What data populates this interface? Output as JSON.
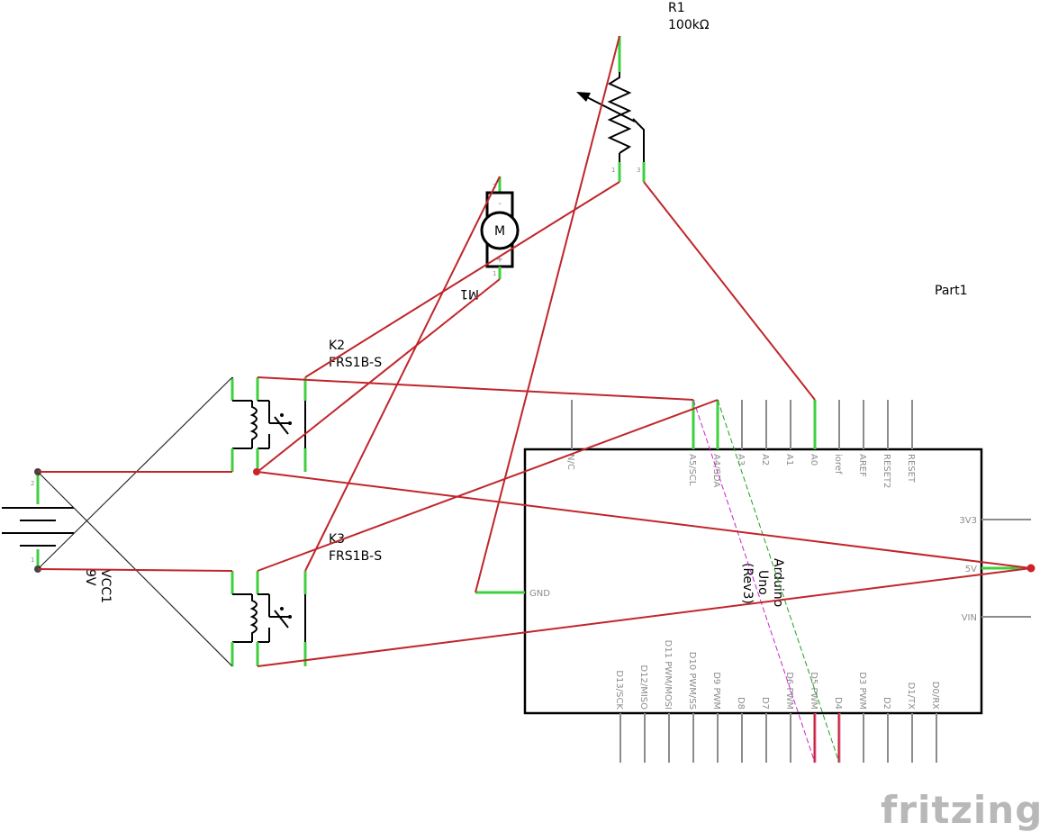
{
  "app": {
    "brand": "fritzing"
  },
  "parts": {
    "r1": {
      "ref": "R1",
      "value": "100kΩ",
      "pin1": "1",
      "pin3": "3"
    },
    "motor": {
      "ref": "M1",
      "symbol": "M",
      "minus": "-",
      "plus": "+",
      "pin2": "2",
      "pin1": "1"
    },
    "k2": {
      "ref": "K2",
      "model": "FRS1B-S"
    },
    "k3": {
      "ref": "K3",
      "model": "FRS1B-S"
    },
    "vcc1": {
      "ref": "VCC1",
      "value": "9V",
      "pin2": "2",
      "pin1": "1"
    },
    "arduino": {
      "part_label": "Part1",
      "name_lines": [
        "Arduino",
        "Uno",
        "(Rev3)"
      ],
      "top_pins": [
        "N/C",
        "A5/SCL",
        "A4/SDA",
        "A3",
        "A2",
        "A1",
        "A0",
        "ioref",
        "AREF",
        "RESET2",
        "RESET"
      ],
      "right_pins": [
        "3V3",
        "5V",
        "VIN"
      ],
      "left_pins": [
        "GND"
      ],
      "bottom_pins": [
        "D13/SCK",
        "D12/MISO",
        "D11 PWM/MOSI",
        "D10 PWM/SS",
        "D9 PWM",
        "D8",
        "D7",
        "D6 PWM",
        "D5 PWM",
        "D4",
        "D3 PWM",
        "D2",
        "D1/TX",
        "D0/RX"
      ]
    }
  },
  "colors": {
    "wire": "#c0262a",
    "connected_lead": "#3fd03f",
    "unconnected_lead": "#8c8c8c",
    "ratsnest_magenta": "#d020d0",
    "ratsnest_green": "#20a020",
    "part_outline": "#000000",
    "pin_text": "#8c8c8c"
  }
}
